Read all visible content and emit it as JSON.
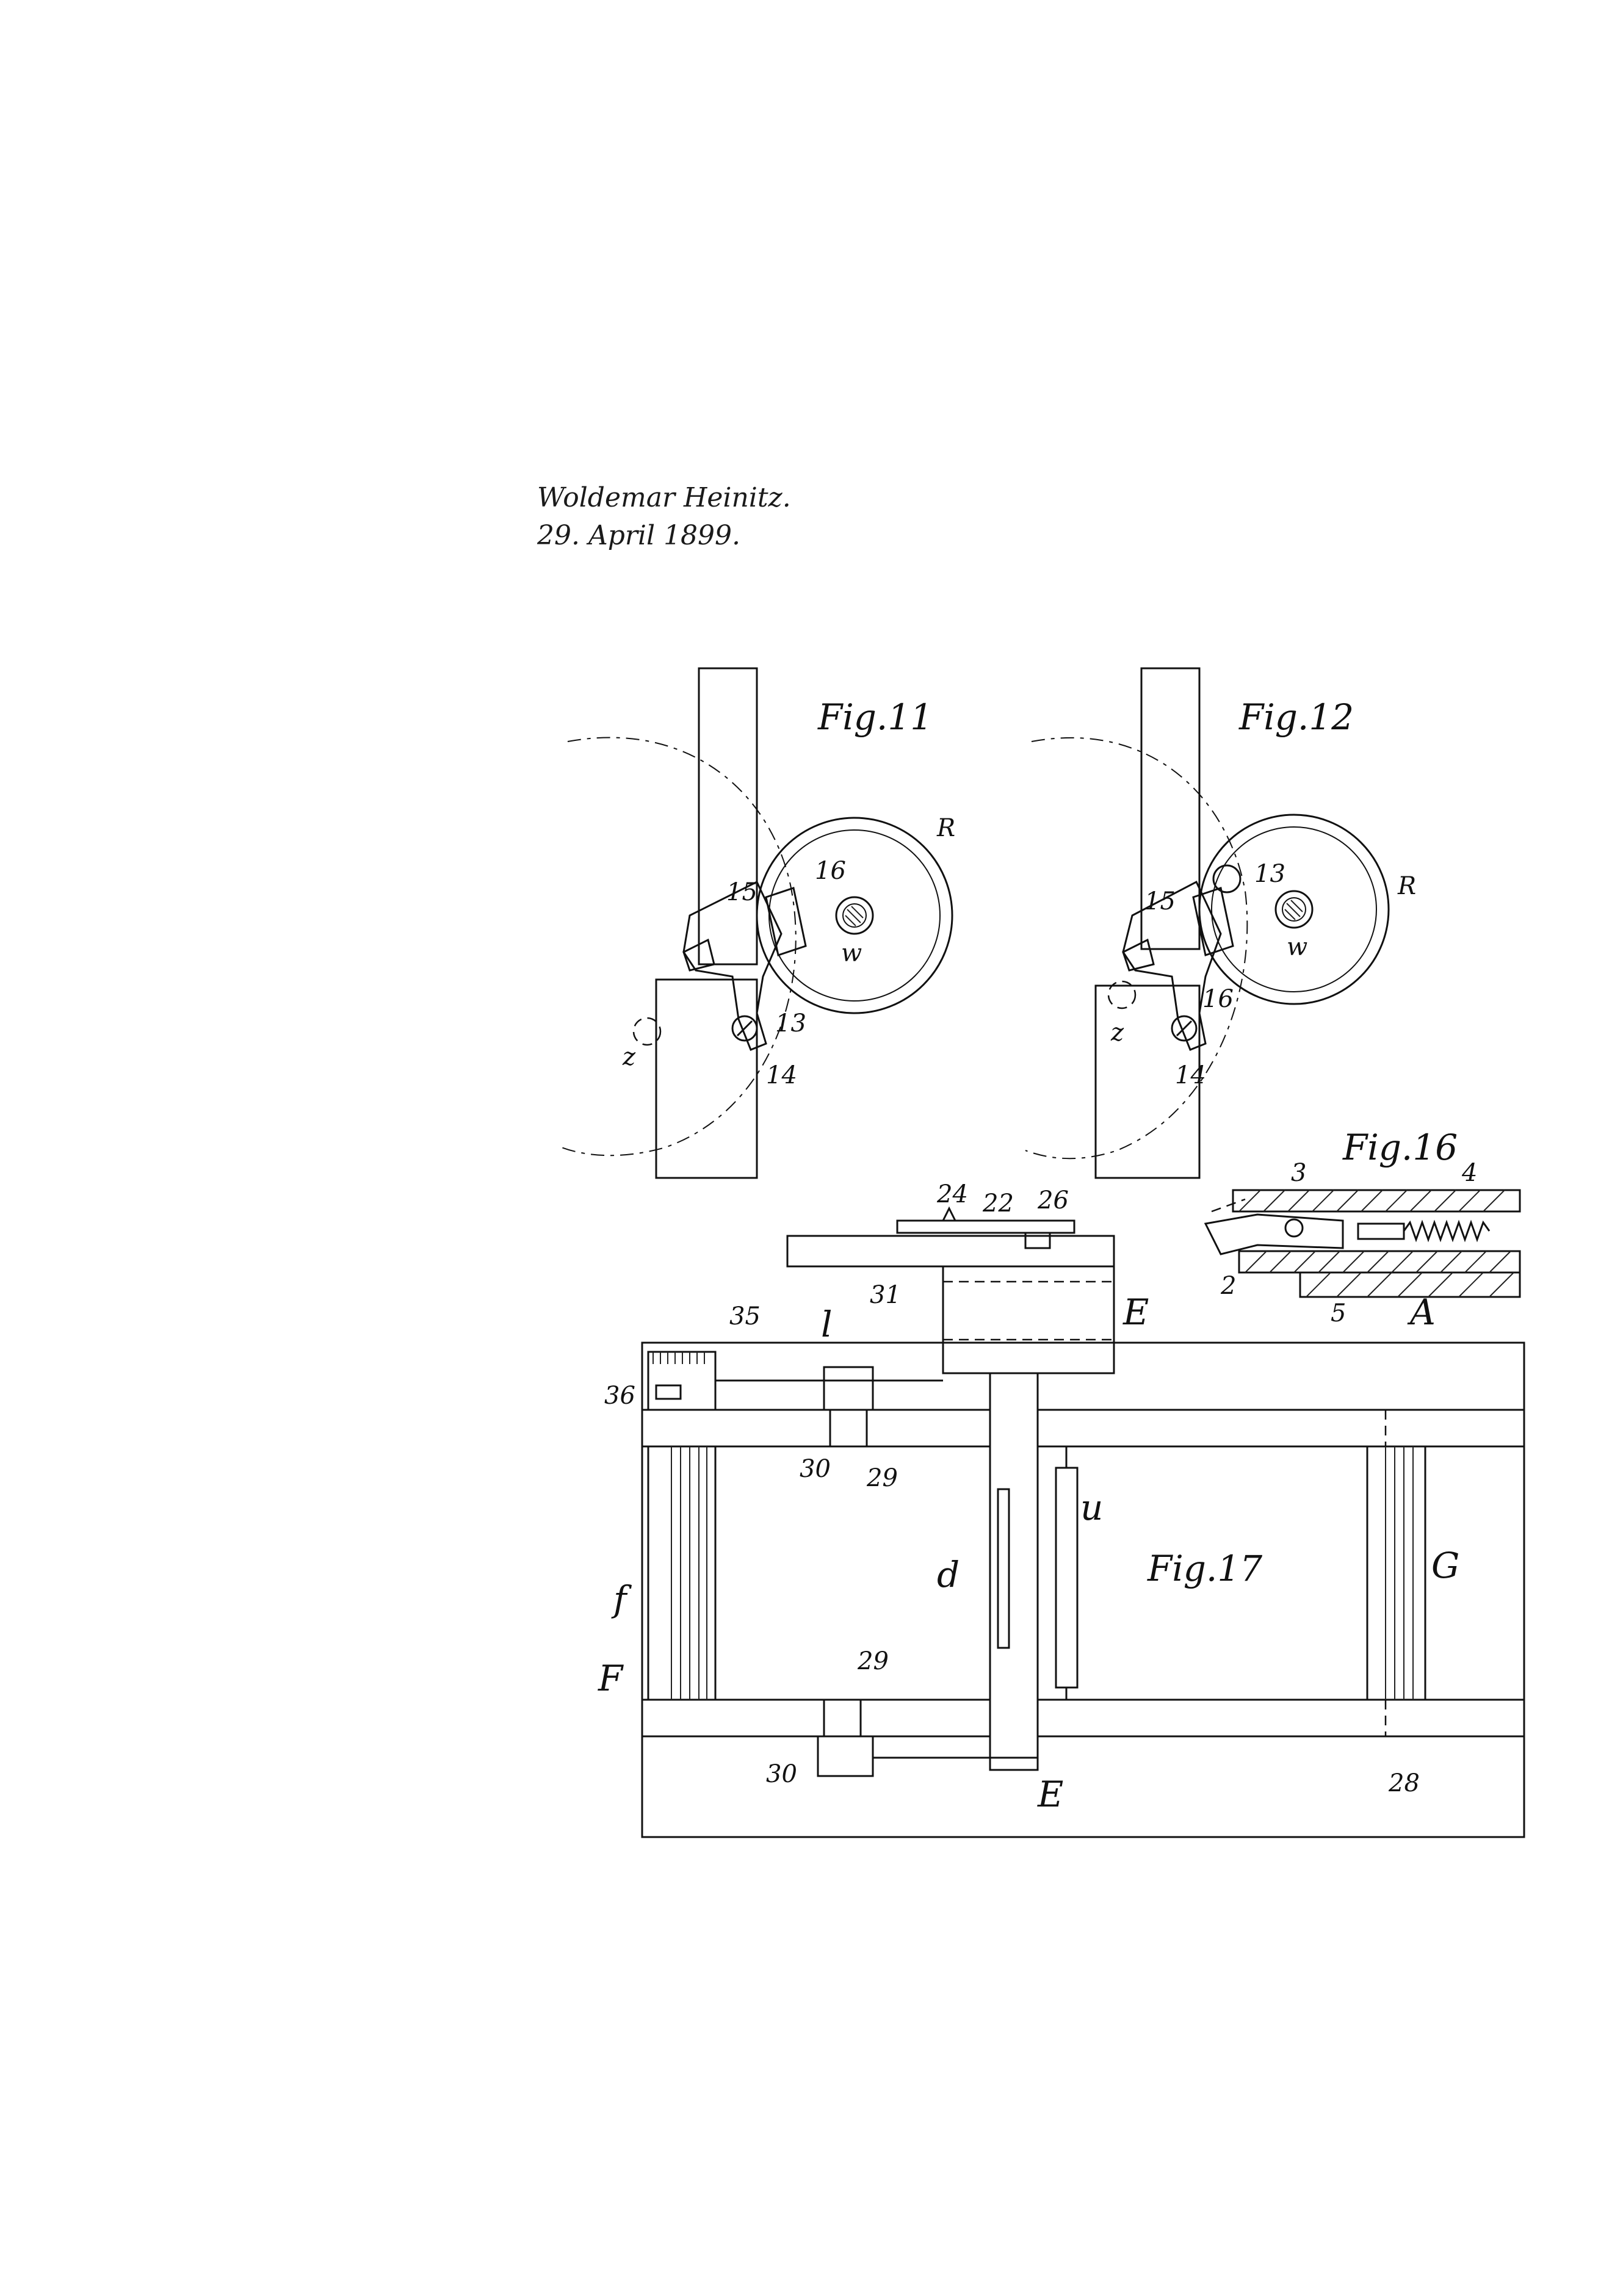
{
  "header": {
    "inventor": "Woldemar Heinitz.",
    "date": "29. April 1899."
  },
  "figures": [
    {
      "title": "Fig.11",
      "labels": [
        "R",
        "15",
        "16",
        "w",
        "13",
        "z",
        "14"
      ]
    },
    {
      "title": "Fig.12",
      "labels": [
        "R",
        "15",
        "13",
        "w",
        "16",
        "z",
        "14"
      ]
    },
    {
      "title": "Fig.16",
      "labels": [
        "3",
        "4",
        "2",
        "5",
        "A"
      ]
    },
    {
      "title": "Fig.17",
      "labels": [
        "24",
        "22",
        "26",
        "31",
        "E",
        "35",
        "l",
        "36",
        "30",
        "29",
        "u",
        "d",
        "f",
        "F",
        "29",
        "30",
        "E",
        "G",
        "28"
      ]
    }
  ],
  "colors": {
    "ink": "#111111",
    "paper": "#ffffff"
  }
}
